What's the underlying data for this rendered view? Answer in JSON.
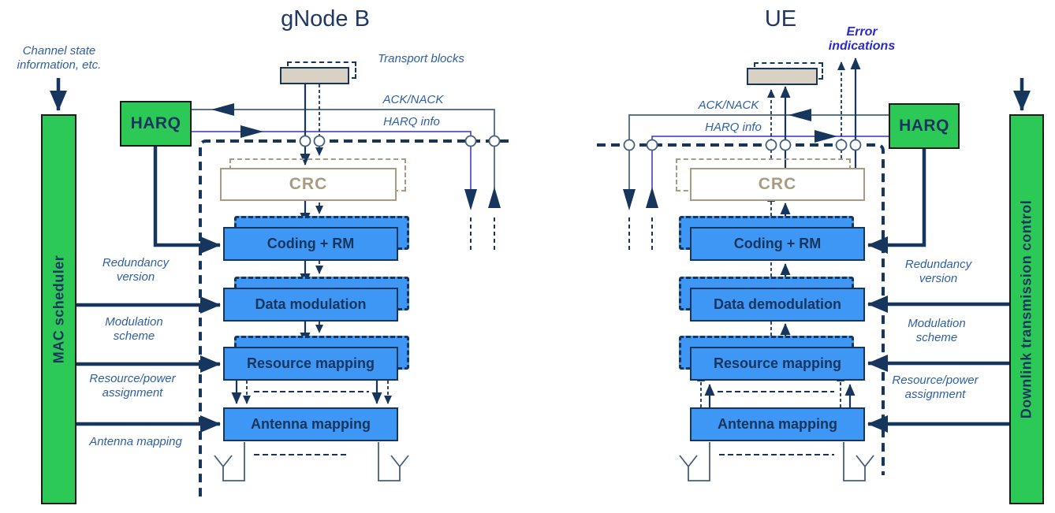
{
  "diagram": {
    "gnb": {
      "title": "gNode B",
      "csi_label": "Channel state information, etc.",
      "scheduler_bar": "MAC scheduler",
      "harq": "HARQ",
      "transport_blocks_label": "Transport blocks",
      "ack_nack_label": "ACK/NACK",
      "harq_info_label": "HARQ info",
      "crc": "CRC",
      "blocks": [
        "Coding + RM",
        "Data modulation",
        "Resource mapping",
        "Antenna mapping"
      ],
      "control_labels": [
        "Redundancy version",
        "Modulation scheme",
        "Resource/power assignment",
        "Antenna mapping"
      ]
    },
    "ue": {
      "title": "UE",
      "error_indications_label": "Error indications",
      "control_bar": "Downlink transmission control",
      "harq": "HARQ",
      "ack_nack_label": "ACK/NACK",
      "harq_info_label": "HARQ info",
      "crc": "CRC",
      "blocks": [
        "Coding + RM",
        "Data demodulation",
        "Resource mapping",
        "Antenna mapping"
      ],
      "control_labels": [
        "Redundancy version",
        "Modulation scheme",
        "Resource/power assignment"
      ]
    },
    "colors": {
      "green": "#2DC957",
      "block_blue": "#3E97F5",
      "navy": "#17365D",
      "slate_line": "#44607E",
      "tan": "#A89B82",
      "tan_fill": "#D9D2C4",
      "harq_info_line": "#3333CC",
      "error_text": "#2A2ACD"
    }
  }
}
